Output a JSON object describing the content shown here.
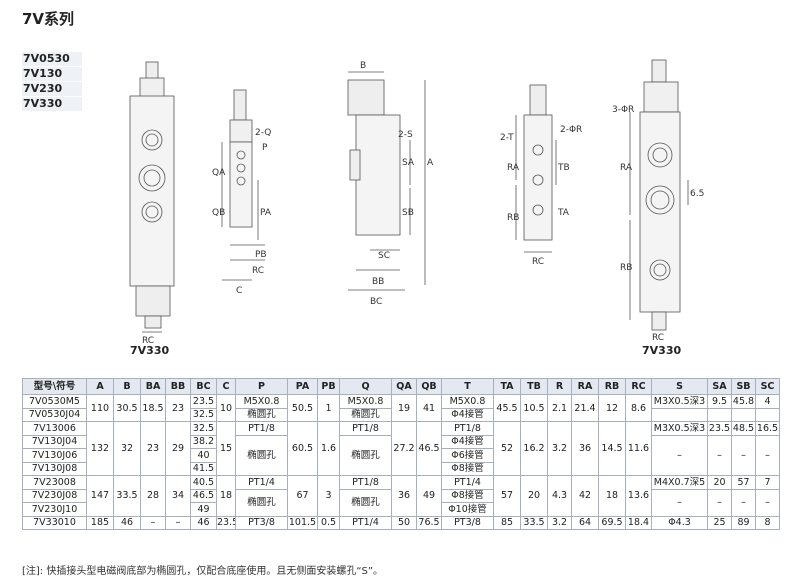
{
  "title": "7V系列",
  "models": [
    "7V0530",
    "7V130",
    "7V230",
    "7V330"
  ],
  "captions": {
    "left": "7V330",
    "right": "7V330"
  },
  "dims": {
    "q2": "2-Q",
    "p": "P",
    "qa": "QA",
    "qb": "QB",
    "pa": "PA",
    "pb": "PB",
    "rc": "RC",
    "c": "C",
    "b": "B",
    "s2": "2-S",
    "sa": "SA",
    "sb": "SB",
    "a": "A",
    "sc": "SC",
    "bb": "BB",
    "bc": "BC",
    "t2": "2-T",
    "r2": "2-ΦR",
    "ra": "RA",
    "rb": "RB",
    "ta": "TA",
    "tb": "TB",
    "r3": "3-ΦR",
    "d65": "6.5"
  },
  "table": {
    "headers": [
      "型号\\符号",
      "A",
      "B",
      "BA",
      "BB",
      "BC",
      "C",
      "P",
      "PA",
      "PB",
      "Q",
      "QA",
      "QB",
      "T",
      "TA",
      "TB",
      "R",
      "RA",
      "RB",
      "RC",
      "S",
      "SA",
      "SB",
      "SC"
    ],
    "g1": {
      "models": [
        "7V0530M5",
        "7V0530J04"
      ],
      "A": "110",
      "B": "30.5",
      "BA": "18.5",
      "BB": "23",
      "BC": [
        "23.5",
        "32.5"
      ],
      "C": "10",
      "P": [
        "M5X0.8",
        "椭圆孔"
      ],
      "PA": "50.5",
      "PB": "1",
      "Q": [
        "M5X0.8",
        "椭圆孔"
      ],
      "QA": "19",
      "QB": "41",
      "T": [
        "M5X0.8",
        "Φ4接管"
      ],
      "TA": "45.5",
      "TB": "10.5",
      "R": "2.1",
      "RA": "21.4",
      "RB": "12",
      "RC": "8.6",
      "S": "M3X0.5深3",
      "SA": "9.5",
      "SB": "45.8",
      "SC": "4"
    },
    "g2": {
      "models": [
        "7V13006",
        "7V130J04",
        "7V130J06",
        "7V130J08"
      ],
      "A": "132",
      "B": "32",
      "BA": "23",
      "BB": "29",
      "BC": [
        "32.5",
        "38.2",
        "40",
        "41.5"
      ],
      "C": "15",
      "P": [
        "PT1/8",
        "椭圆孔"
      ],
      "PA": "60.5",
      "PB": "1.6",
      "Q": [
        "PT1/8",
        "椭圆孔"
      ],
      "QA": "27.2",
      "QB": "46.5",
      "T": [
        "PT1/8",
        "Φ4接管",
        "Φ6接管",
        "Φ8接管"
      ],
      "TA": "52",
      "TB": "16.2",
      "R": "3.2",
      "RA": "36",
      "RB": "14.5",
      "RC": "11.6",
      "S": "M3X0.5深3",
      "SA": "23.5",
      "SB": "48.5",
      "SC": "16.5",
      "dash": "–"
    },
    "g3": {
      "models": [
        "7V23008",
        "7V230J08",
        "7V230J10"
      ],
      "A": "147",
      "B": "33.5",
      "BA": "28",
      "BB": "34",
      "BC": [
        "40.5",
        "46.5",
        "49"
      ],
      "C": "18",
      "P": [
        "PT1/4",
        "椭圆孔"
      ],
      "PA": "67",
      "PB": "3",
      "Q": [
        "PT1/8",
        "椭圆孔"
      ],
      "QA": "36",
      "QB": "49",
      "T": [
        "PT1/4",
        "Φ8接管",
        "Φ10接管"
      ],
      "TA": "57",
      "TB": "20",
      "R": "4.3",
      "RA": "42",
      "RB": "18",
      "RC": "13.6",
      "S": "M4X0.7深5",
      "SA": "20",
      "SB": "57",
      "SC": "7",
      "dash": "–"
    },
    "g4": {
      "model": "7V33010",
      "A": "185",
      "B": "46",
      "BA": "–",
      "BB": "–",
      "BC": "46",
      "C": "23.5",
      "P": "PT3/8",
      "PA": "101.5",
      "PB": "0.5",
      "Q": "PT1/4",
      "QA": "50",
      "QB": "76.5",
      "T": "PT3/8",
      "TA": "85",
      "TB": "33.5",
      "R": "3.2",
      "RA": "64",
      "RB": "69.5",
      "RC": "18.4",
      "S": "Φ4.3",
      "SA": "25",
      "SB": "89",
      "SC": "8"
    }
  },
  "note": "[注]: 快插接头型电磁阀底部为椭圆孔，仅配合底座使用。且无侧面安装螺孔“S”。"
}
